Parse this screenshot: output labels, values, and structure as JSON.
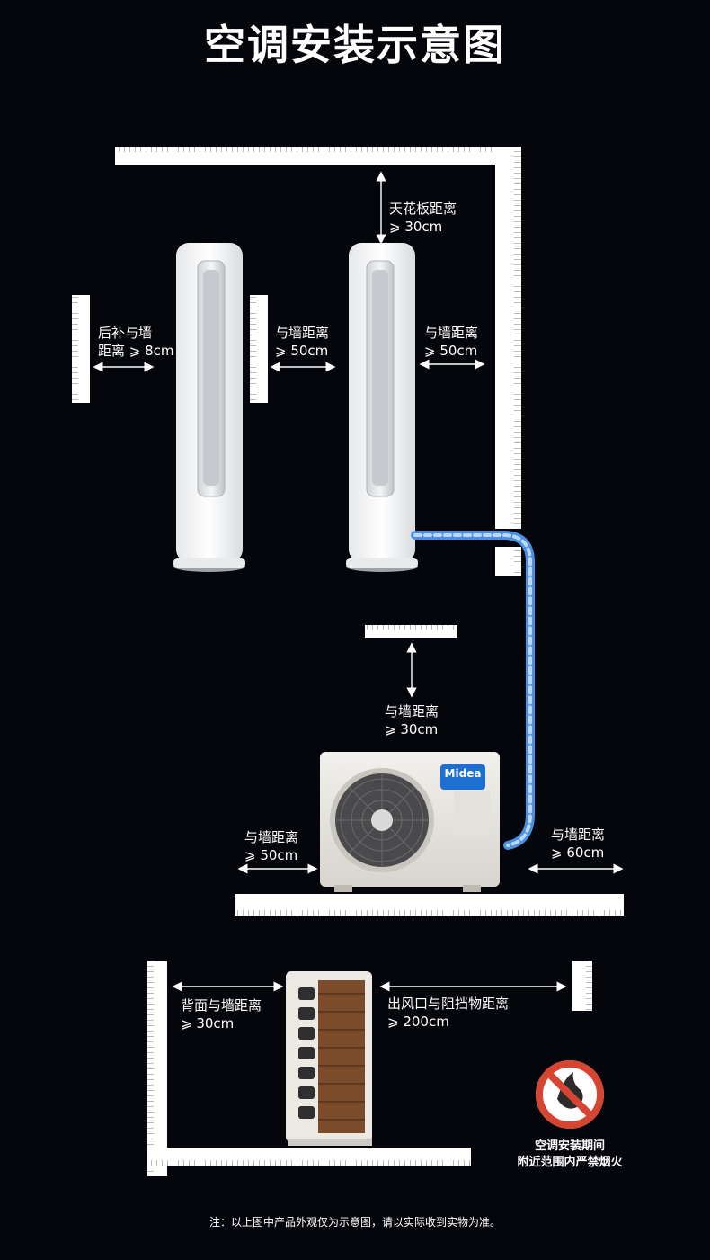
{
  "title": "空调安装示意图",
  "labels": {
    "rear_wall": {
      "line1": "后补与墙",
      "line2": "距离 ⩾ 8cm"
    },
    "side_wall_mid": {
      "line1": "与墙距离",
      "line2": "⩾ 50cm"
    },
    "side_wall_right": {
      "line1": "与墙距离",
      "line2": "⩾ 50cm"
    },
    "ceiling": {
      "line1": "天花板距离",
      "line2": "⩾ 30cm"
    },
    "outdoor_top": {
      "line1": "与墙距离",
      "line2": "⩾ 30cm"
    },
    "outdoor_left": {
      "line1": "与墙距离",
      "line2": "⩾ 50cm"
    },
    "outdoor_right": {
      "line1": "与墙距离",
      "line2": "⩾ 60cm"
    },
    "outdoor_back": {
      "line1": "背面与墙距离",
      "line2": "⩾ 30cm"
    },
    "outdoor_outlet": {
      "line1": "出风口与阻挡物距离",
      "line2": "⩾ 200cm"
    }
  },
  "brand": "Midea",
  "warning": {
    "line1": "空调安装期间",
    "line2": "附近范围内严禁烟火"
  },
  "footnote": "注：以上图中产品外观仅为示意图，请以实际收到实物为准。",
  "colors": {
    "background": "#05060c",
    "pipe": "#4a90e2",
    "badge": "#1d6fd1",
    "warning_ring": "#d64532"
  }
}
